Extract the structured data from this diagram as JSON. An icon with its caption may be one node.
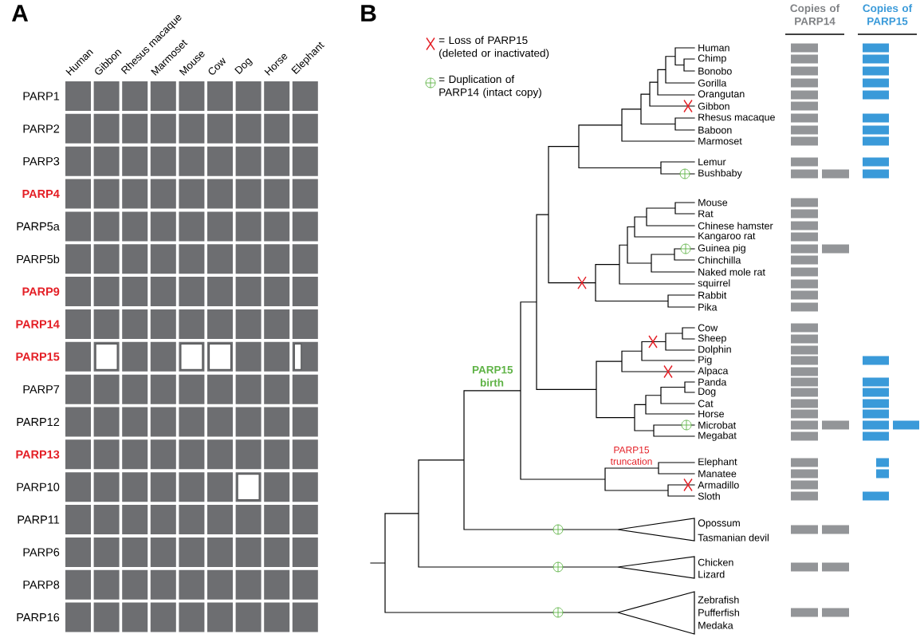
{
  "diagram": {
    "labels": [
      "A",
      "Human",
      "Gibbon",
      "Rhesus macaque",
      "Marmoset",
      "Mouse",
      "Cow",
      "Dog",
      "Horse",
      "Elephant",
      "PARP1",
      "PARP2",
      "PARP3",
      "PARP4",
      "PARP5a",
      "PARP5b",
      "PARP9",
      "PARP14",
      "PARP15",
      "PARP7",
      "PARP12",
      "PARP13",
      "PARP10",
      "PARP11",
      "PARP6",
      "PARP8",
      "PARP16",
      "B",
      "Copies of PARP14",
      "Copies of PARP15",
      "Human",
      "Chimp",
      "Bonobo",
      "Gorilla",
      "Orangutan",
      "Gibbon",
      "Rhesus macaque",
      "Baboon",
      "Marmoset",
      "Lemur",
      "Bushbaby",
      "Mouse",
      "Rat",
      "Chinese hamster",
      "Kangaroo rat",
      "Guinea pig",
      "Chinchilla",
      "Naked mole rat",
      "squirrel",
      "Rabbit",
      "Pika",
      "Cow",
      "Sheep",
      "Dolphin",
      "Pig",
      "Alpaca",
      "Panda",
      "Dog",
      "Cat",
      "Horse",
      "Microbat",
      "Megabat",
      "Elephant",
      "Manatee",
      "Armadillo",
      "Sloth",
      "Opossum",
      "Tasmanian devil",
      "Chicken",
      "Lizard",
      "Zebrafish",
      "Pufferfish",
      "Medaka",
      "PARP15 birth",
      "PARP15 truncation"
    ],
    "legend": [
      {
        "text": "= Loss of PARP15 (deleted or inactivated)"
      },
      {
        "text": "= Duplication of PARP14 (intact copy)"
      }
    ]
  }
}
